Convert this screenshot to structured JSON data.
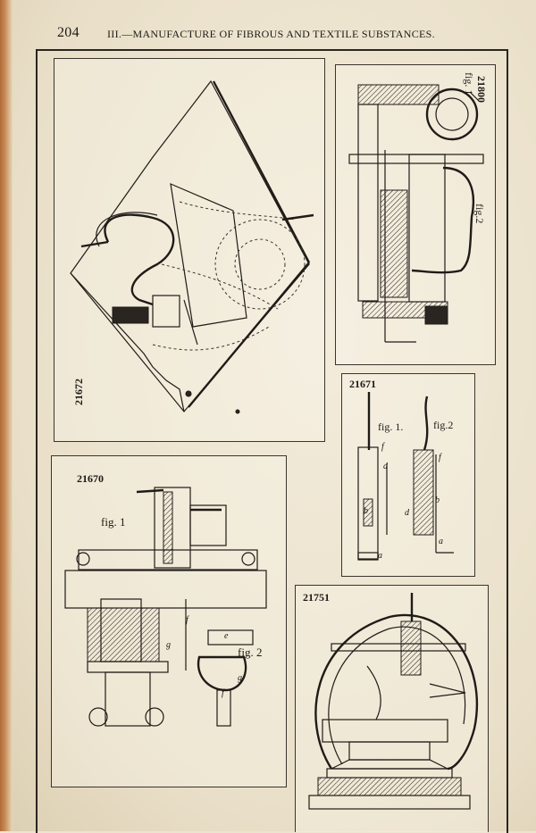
{
  "header": {
    "page_number": "204",
    "running_head": "III.—MANUFACTURE OF FIBROUS AND TEXTILE SUBSTANCES."
  },
  "figures": {
    "top_left": {
      "patent": "21672"
    },
    "top_right": {
      "patent": "21800",
      "fig1": "fig. 1",
      "fig2": "fig.2"
    },
    "middle_right": {
      "patent": "21671",
      "fig1": "fig. 1.",
      "fig2": "fig.2",
      "letters": [
        "f",
        "d",
        "b",
        "a",
        "f",
        "b",
        "d",
        "a"
      ]
    },
    "bottom_left": {
      "patent": "21670",
      "fig1": "fig. 1",
      "fig2": "fig. 2",
      "letters": [
        "f",
        "g",
        "e",
        "g",
        "f"
      ]
    },
    "bottom_right": {
      "patent": "21751"
    }
  }
}
